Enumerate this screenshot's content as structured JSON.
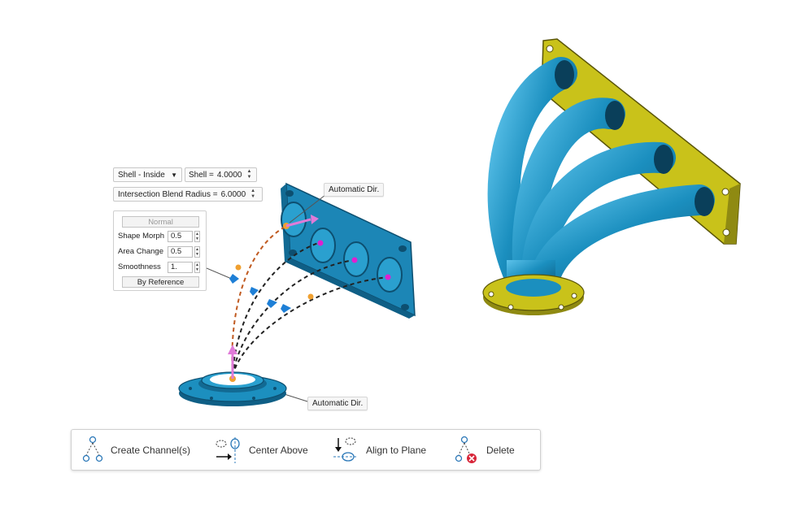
{
  "shell_mode": {
    "value": "Shell - Inside"
  },
  "shell_thickness": {
    "label": "Shell =",
    "value": "4.0000"
  },
  "blend_radius": {
    "label": "Intersection Blend Radius =",
    "value": "6.0000"
  },
  "channel_panel": {
    "normal_label": "Normal",
    "shape_morph_label": "Shape Morph",
    "shape_morph_value": "0.5",
    "area_change_label": "Area Change",
    "area_change_value": "0.5",
    "smoothness_label": "Smoothness",
    "smoothness_value": "1.",
    "by_reference_label": "By Reference"
  },
  "callouts": {
    "top": "Automatic Dir.",
    "bottom": "Automatic Dir."
  },
  "toolbar": {
    "create_channels": "Create Channel(s)",
    "center_above": "Center Above",
    "align_to_plane": "Align to Plane",
    "delete": "Delete"
  },
  "colors": {
    "model_blue": "#1b8fbf",
    "flange_yellow": "#c9c21a",
    "guide_orange": "#c05a20",
    "arrow_pink": "#e07bd8"
  }
}
